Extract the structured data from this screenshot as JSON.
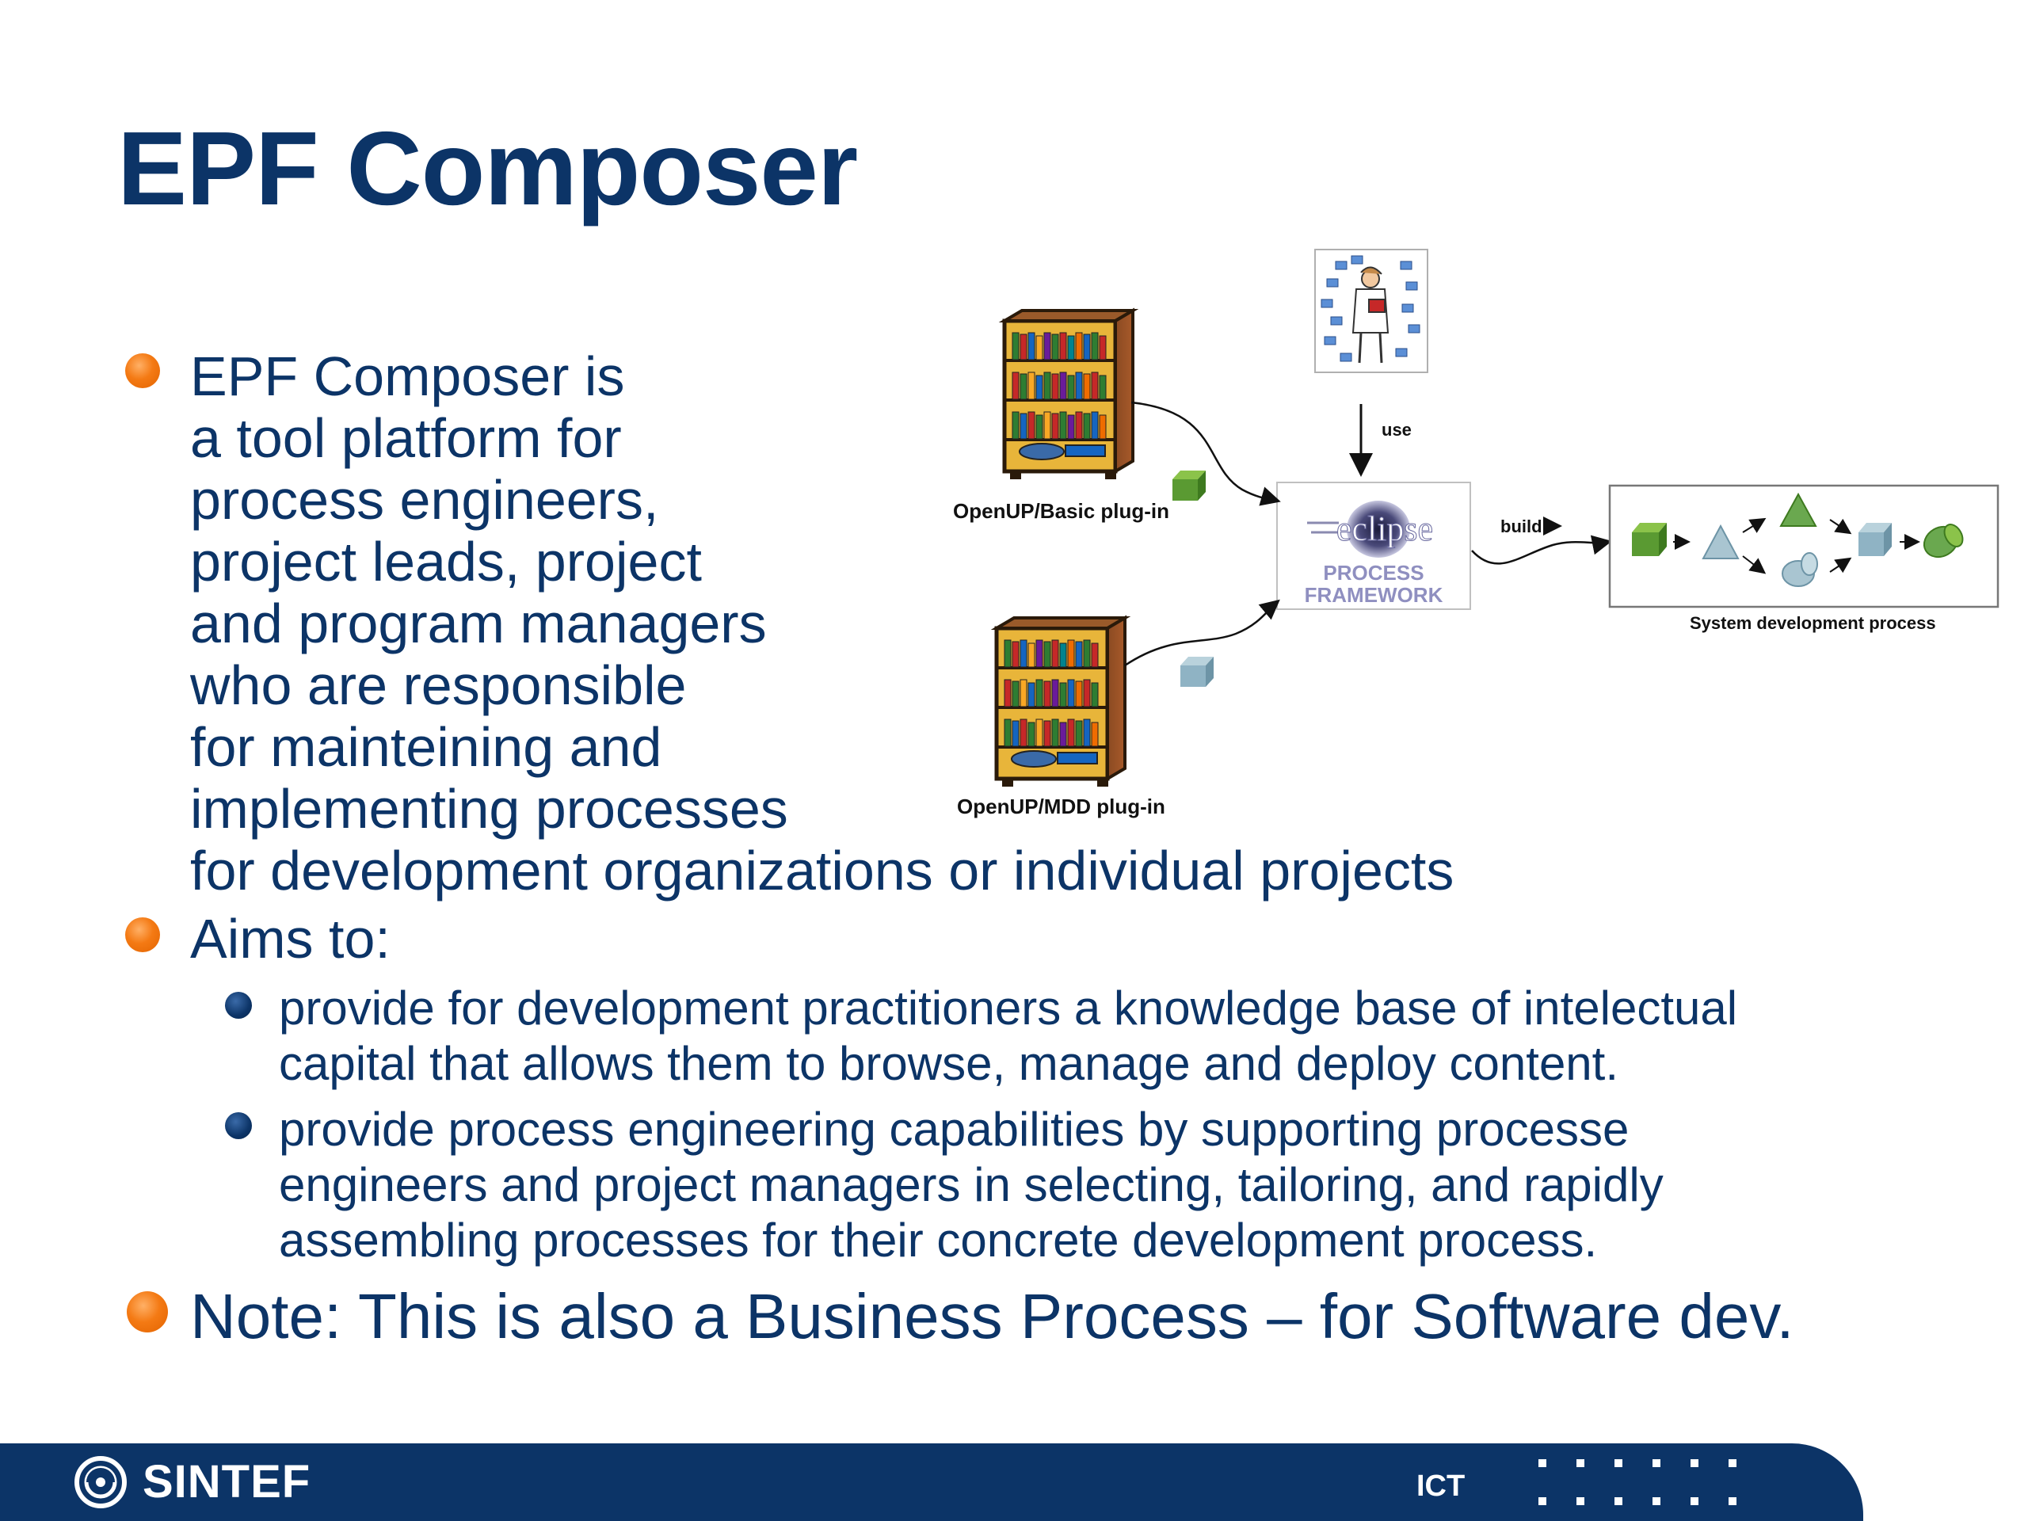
{
  "slide": {
    "title": "EPF Composer",
    "bullets": [
      {
        "lines": [
          "EPF Composer is",
          "a tool platform for",
          "process engineers,",
          "project leads, project",
          "and program managers",
          "who are responsible",
          "for mainteining and",
          "implementing processes",
          "for development organizations or individual projects"
        ]
      },
      {
        "text": "Aims to:",
        "sub": [
          {
            "lines": [
              "provide for development practitioners a knowledge base of intelectual",
              "capital that allows them to browse, manage and deploy content."
            ]
          },
          {
            "lines": [
              "provide process engineering capabilities by supporting processe",
              "engineers and project managers in selecting, tailoring, and rapidly",
              "assembling processes for their concrete development process."
            ]
          }
        ]
      },
      {
        "text": "Note: This is also a Business Process – for Software dev."
      }
    ]
  },
  "diagram": {
    "plugin_basic_label": "OpenUP/Basic plug-in",
    "plugin_mdd_label": "OpenUP/MDD plug-in",
    "use_label": "use",
    "build_label": "build",
    "eclipse_word": "eclipse",
    "eclipse_sub1": "PROCESS",
    "eclipse_sub2": "FRAMEWORK",
    "output_label": "System development process"
  },
  "footer": {
    "brand": "SINTEF",
    "unit": "ICT"
  },
  "colors": {
    "navy": "#0c3467",
    "orange": "#f47a14",
    "green": "#6aa84f",
    "steel": "#8fb3c4"
  }
}
